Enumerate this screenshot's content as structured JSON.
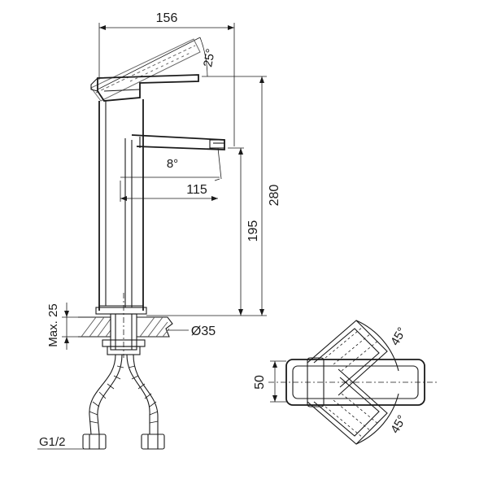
{
  "dimensions": {
    "overall_width": "156",
    "handle_angle": "25°",
    "spout_angle": "8°",
    "spout_reach": "115",
    "spout_height": "195",
    "total_height": "280",
    "max_deck": "Max. 25",
    "base_diameter": "Ø35",
    "thread": "G1/2",
    "handle_width": "50",
    "rotation_top": "45°",
    "rotation_bottom": "45°"
  }
}
